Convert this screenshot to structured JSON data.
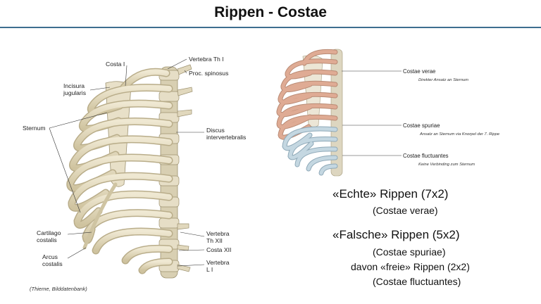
{
  "slide": {
    "title": "Rippen - Costae",
    "credit": "(Thieme, Bilddatenbank)"
  },
  "left_figure": {
    "labels": {
      "costa_i": "Costa I",
      "vertebra_th_i": "Vertebra Th I",
      "proc_spinosus": "Proc. spinosus",
      "incisura_1": "Incisura",
      "incisura_2": "jugularis",
      "sternum": "Sternum",
      "discus_1": "Discus",
      "discus_2": "intervertebralis",
      "cartilago_1": "Cartilago",
      "cartilago_2": "costalis",
      "arcus_1": "Arcus",
      "arcus_2": "costalis",
      "vertebra_th_xii_1": "Vertebra",
      "vertebra_th_xii_2": "Th XII",
      "costa_xii": "Costa XII",
      "vertebra_l_1": "Vertebra",
      "vertebra_l_2": "L I"
    }
  },
  "right_figure": {
    "groups": [
      {
        "name": "Costae verae",
        "desc": "Direkter Ansatz an Sternum"
      },
      {
        "name": "Costae spuriae",
        "desc": "Ansatz an Sternum via Knorpel der 7. Rippe"
      },
      {
        "name": "Costae fluctuantes",
        "desc": "Keine Verbinding zum Sternum"
      }
    ]
  },
  "summary": {
    "echte": "«Echte» Rippen (7x2)",
    "echte_sub": "(Costae verae)",
    "falsche": "«Falsche» Rippen (5x2)",
    "falsche_sub": "(Costae spuriae)",
    "freie": "davon «freie» Rippen (2x2)",
    "freie_sub": "(Costae fluctuantes)"
  },
  "colors": {
    "accent_rule": "#3d6e8f",
    "bone": "#e4dcc2",
    "bone_shadow": "#b9ad8a",
    "rib_verae": "#d9a58f",
    "rib_spuriae": "#b9cdd8"
  }
}
